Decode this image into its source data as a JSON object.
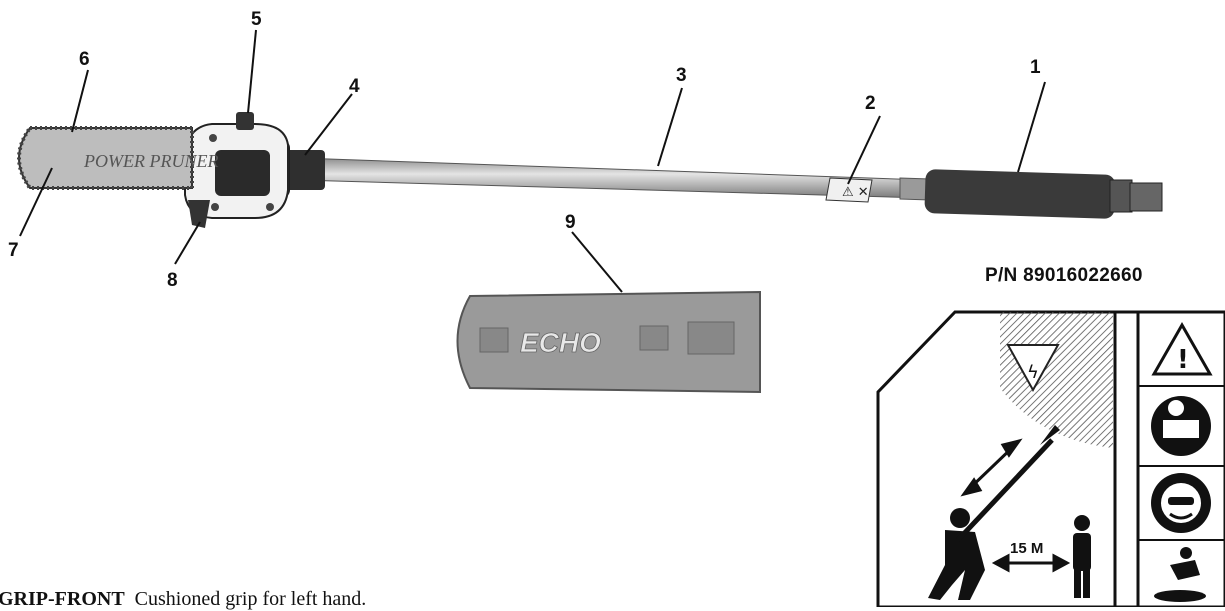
{
  "callouts": [
    {
      "id": "1",
      "label": "1"
    },
    {
      "id": "2",
      "label": "2"
    },
    {
      "id": "3",
      "label": "3"
    },
    {
      "id": "4",
      "label": "4"
    },
    {
      "id": "5",
      "label": "5"
    },
    {
      "id": "6",
      "label": "6"
    },
    {
      "id": "7",
      "label": "7"
    },
    {
      "id": "8",
      "label": "8"
    },
    {
      "id": "9",
      "label": "9"
    }
  ],
  "bar_logo_text": "POWER PRUNER",
  "scabbard_logo_text": "ECHO",
  "part_number": "P/N  89016022660",
  "warning_label": {
    "distance_text": "15 M",
    "icons": [
      "warning-triangle-icon",
      "read-manual-icon",
      "eye-ear-protection-icon",
      "fall-hazard-icon"
    ]
  },
  "caption": {
    "term": "GRIP-FRONT",
    "description": "Cushioned grip for left hand."
  }
}
